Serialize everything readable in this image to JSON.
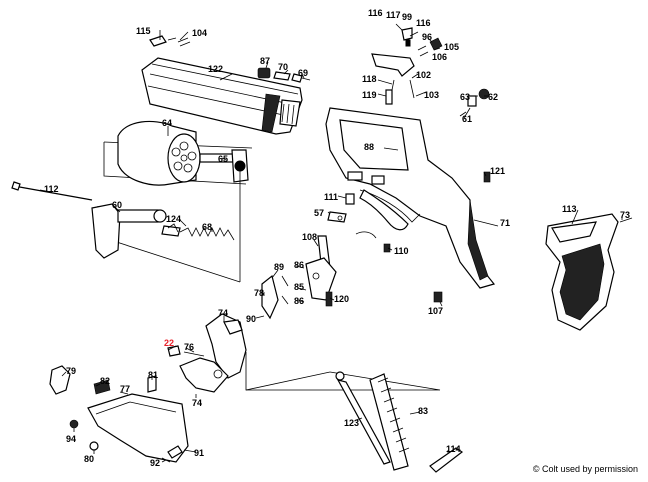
{
  "diagram": {
    "labels": [
      {
        "id": "p115",
        "text": "115"
      },
      {
        "id": "p104",
        "text": "104"
      },
      {
        "id": "p116a",
        "text": "116"
      },
      {
        "id": "p117",
        "text": "117"
      },
      {
        "id": "p99",
        "text": "99"
      },
      {
        "id": "p116b",
        "text": "116"
      },
      {
        "id": "p96",
        "text": "96"
      },
      {
        "id": "p105",
        "text": "105"
      },
      {
        "id": "p106",
        "text": "106"
      },
      {
        "id": "p122",
        "text": "122"
      },
      {
        "id": "p87",
        "text": "87"
      },
      {
        "id": "p70",
        "text": "70"
      },
      {
        "id": "p69",
        "text": "69"
      },
      {
        "id": "p118",
        "text": "118"
      },
      {
        "id": "p102",
        "text": "102"
      },
      {
        "id": "p119",
        "text": "119"
      },
      {
        "id": "p103",
        "text": "103"
      },
      {
        "id": "p63",
        "text": "63"
      },
      {
        "id": "p62",
        "text": "62"
      },
      {
        "id": "p61",
        "text": "61"
      },
      {
        "id": "p64",
        "text": "64"
      },
      {
        "id": "p65",
        "text": "65"
      },
      {
        "id": "p88",
        "text": "88"
      },
      {
        "id": "p112",
        "text": "112"
      },
      {
        "id": "p60",
        "text": "60"
      },
      {
        "id": "p124",
        "text": "124"
      },
      {
        "id": "p68",
        "text": "68"
      },
      {
        "id": "p121",
        "text": "121"
      },
      {
        "id": "p111",
        "text": "111"
      },
      {
        "id": "p57",
        "text": "57"
      },
      {
        "id": "p71",
        "text": "71"
      },
      {
        "id": "p113",
        "text": "113"
      },
      {
        "id": "p73",
        "text": "73"
      },
      {
        "id": "p108",
        "text": "108"
      },
      {
        "id": "p110",
        "text": "110"
      },
      {
        "id": "p89",
        "text": "89"
      },
      {
        "id": "p86a",
        "text": "86"
      },
      {
        "id": "p78",
        "text": "78"
      },
      {
        "id": "p85",
        "text": "85"
      },
      {
        "id": "p86b",
        "text": "86"
      },
      {
        "id": "p120",
        "text": "120"
      },
      {
        "id": "p107",
        "text": "107"
      },
      {
        "id": "p74a",
        "text": "74"
      },
      {
        "id": "p90",
        "text": "90"
      },
      {
        "id": "p22",
        "text": "22"
      },
      {
        "id": "p76",
        "text": "76"
      },
      {
        "id": "p79",
        "text": "79"
      },
      {
        "id": "p82",
        "text": "82"
      },
      {
        "id": "p81",
        "text": "81"
      },
      {
        "id": "p77",
        "text": "77"
      },
      {
        "id": "p74b",
        "text": "74"
      },
      {
        "id": "p94",
        "text": "94"
      },
      {
        "id": "p80",
        "text": "80"
      },
      {
        "id": "p92",
        "text": "92"
      },
      {
        "id": "p91",
        "text": "91"
      },
      {
        "id": "p123",
        "text": "123"
      },
      {
        "id": "p83",
        "text": "83"
      },
      {
        "id": "p114",
        "text": "114"
      }
    ],
    "highlight_color": "#e8202a",
    "credit": "© Colt used by permission"
  }
}
